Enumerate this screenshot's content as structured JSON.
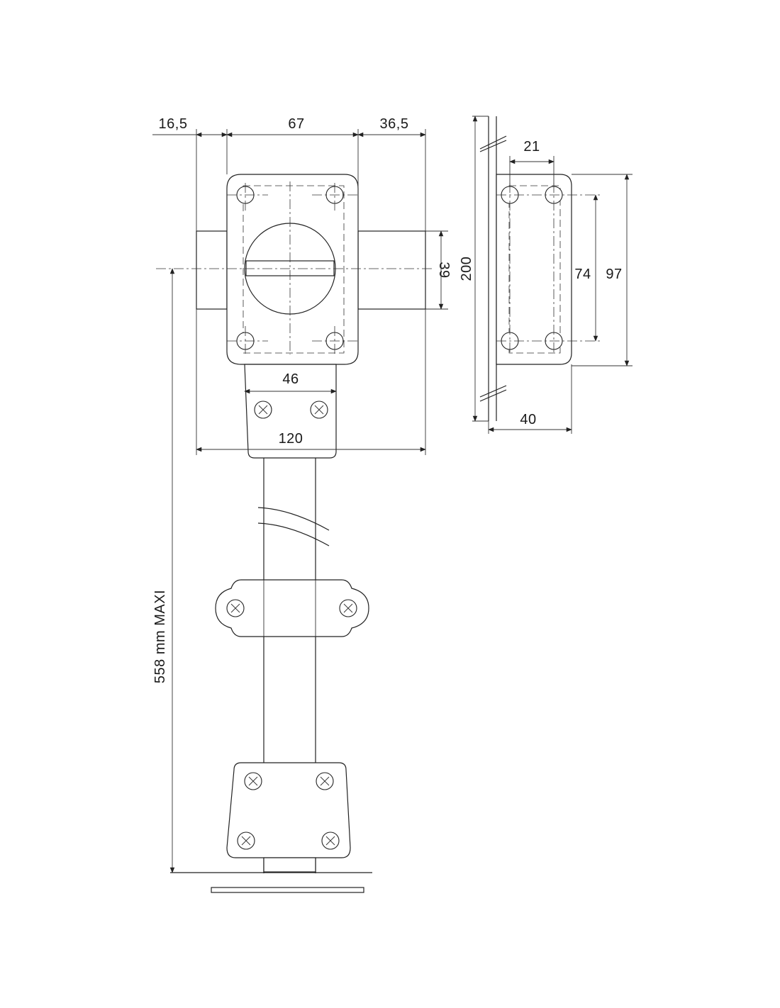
{
  "dimensions": {
    "left_offset": "16,5",
    "body_width": "67",
    "right_offset": "36,5",
    "bolt_height": "39",
    "plate_height": "200",
    "hole_spacing_h": "21",
    "hole_spacing_v": "74",
    "keeper_height": "97",
    "plate_depth": "40",
    "bracket_spacing": "46",
    "total_width": "120",
    "rod_length": "558 mm MAXI"
  },
  "colors": {
    "line": "#222222",
    "background": "#ffffff"
  }
}
